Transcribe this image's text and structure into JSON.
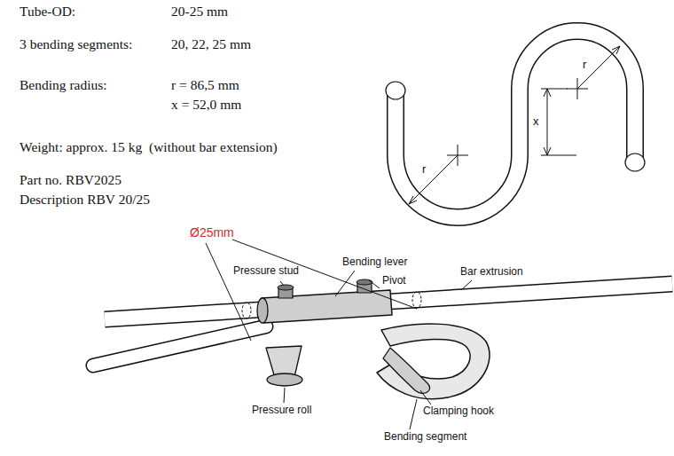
{
  "diagram": {
    "labels": [
      "Tube-OD:",
      "20-25 mm",
      "3 bending segments:",
      "20, 22, 25 mm",
      "Bending radius:",
      "r = 86,5 mm",
      "x = 52,0 mm",
      "Weight: approx. 15 kg  (without bar extension)",
      "Part no. RBV2025",
      "Description RBV 20/25",
      "x",
      "r",
      "r",
      "Ø25mm",
      "Pressure stud",
      "Bending lever",
      "Pivot",
      "Bar extrusion",
      "Pressure roll",
      "Clamping hook",
      "Bending segment"
    ]
  }
}
